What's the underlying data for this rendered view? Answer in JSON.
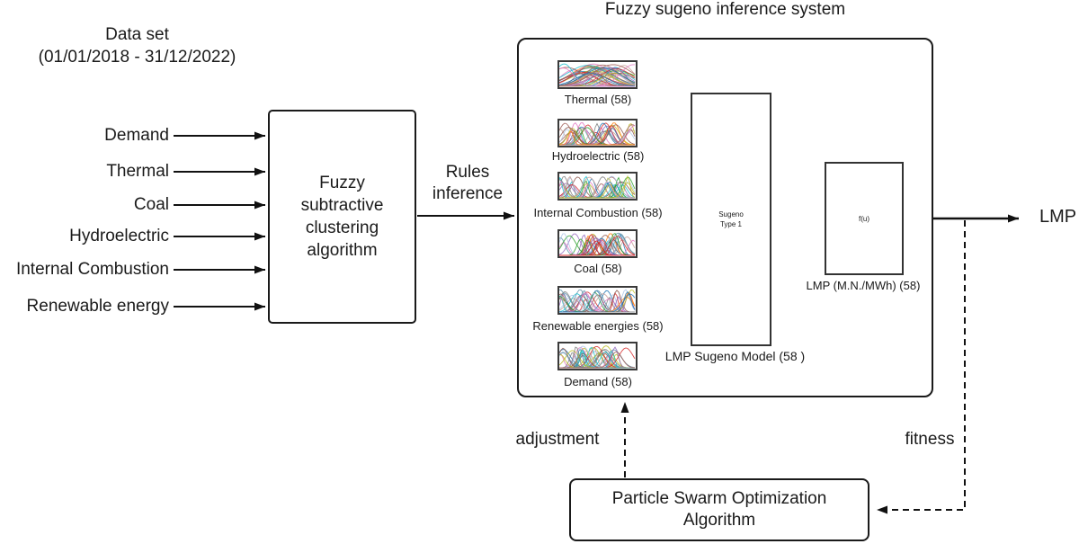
{
  "dataset": {
    "lines": [
      "Data set",
      "(01/01/2018 - 31/12/2022)"
    ]
  },
  "inputs": [
    "Demand",
    "Thermal",
    "Coal",
    "Hydroelectric",
    "Internal Combustion",
    "Renewable energy"
  ],
  "clustering_box": {
    "lines": [
      "Fuzzy",
      "subtractive",
      "clustering",
      "algorithm"
    ]
  },
  "rules_label": {
    "lines": [
      "Rules",
      "inference"
    ]
  },
  "fis": {
    "title": "Fuzzy sugeno inference system",
    "membership_thumbnails": [
      {
        "label": "Thermal (58)"
      },
      {
        "label": "Hydroelectric (58)"
      },
      {
        "label": "Internal Combustion (58)"
      },
      {
        "label": "Coal (58)"
      },
      {
        "label": "Renewable energies (58)"
      },
      {
        "label": "Demand (58)"
      }
    ],
    "sugeno_box": {
      "lines": [
        "Sugeno",
        "Type 1"
      ],
      "caption": "LMP Sugeno Model (58 )"
    },
    "output_box": {
      "label": "f(u)",
      "caption": "LMP (M.N./MWh) (58)"
    }
  },
  "output_label": "LMP",
  "pso_box": {
    "lines": [
      "Particle Swarm Optimization",
      "Algorithm"
    ]
  },
  "feedback": {
    "adjustment_label": "adjustment",
    "fitness_label": "fitness"
  },
  "colors": {
    "line": "#111111",
    "background": "#ffffff",
    "thumbnail_border": "#3a3a3a",
    "membership_palette": [
      "#1f77b4",
      "#d62728",
      "#2ca02c",
      "#9467bd",
      "#8c564b",
      "#e377c2",
      "#7f7f7f",
      "#bcbd22",
      "#17becf",
      "#aec7e8",
      "#ff7f0e",
      "#c49c94",
      "#5b8fa8",
      "#a05d56"
    ]
  }
}
